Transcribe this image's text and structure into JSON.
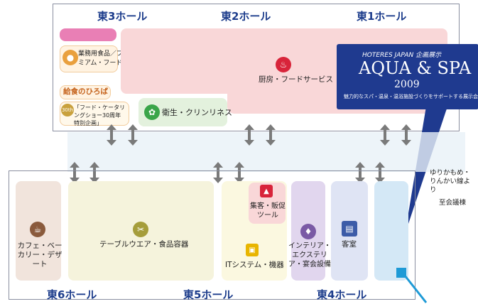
{
  "halls_top": {
    "east3": "東3ホール",
    "east2": "東2ホール",
    "east1": "東1ホール"
  },
  "halls_bottom": {
    "east6": "東6ホール",
    "east5": "東5ホール",
    "east4": "東4ホール"
  },
  "zones": {
    "business_food": "業務用食品／プレミアム・フード",
    "food_plaza": "給食のひろば",
    "food_catering_show": "「フード・ケータリングショー30周年特別企画」",
    "badge": "30th",
    "kitchen": "厨房・フードサービス",
    "hygiene": "衛生・クリンリネス",
    "cafe": "カフェ・ベーカリー・デザート",
    "tableware": "テーブルウエア・食品容器",
    "it": "ITシステム・機器",
    "promo": "集客・販促ツール",
    "interior": "インテリア・エクステリア・宴会設備",
    "guestroom": "客室"
  },
  "aqua": {
    "top": "HOTERES JAPAN 企画展示",
    "title": "AQUA & SPA",
    "year": "2009",
    "sub": "魅力的なスパ・温泉・温浴施設づくりをサポートする展示会"
  },
  "access": {
    "line": "ゆりかもめ・りんかい線より",
    "conference": "至会議棟"
  },
  "colors": {
    "hall_text": "#1d3d8c",
    "kitchen_zone": "#f9d7d8",
    "aqua_box": "#1f3a8f",
    "arrow": "#777777"
  },
  "icons": [
    "food-icon",
    "kitchen-icon",
    "hygiene-icon",
    "cafe-icon",
    "tableware-icon",
    "it-icon",
    "promo-icon",
    "interior-icon",
    "guestroom-icon"
  ]
}
